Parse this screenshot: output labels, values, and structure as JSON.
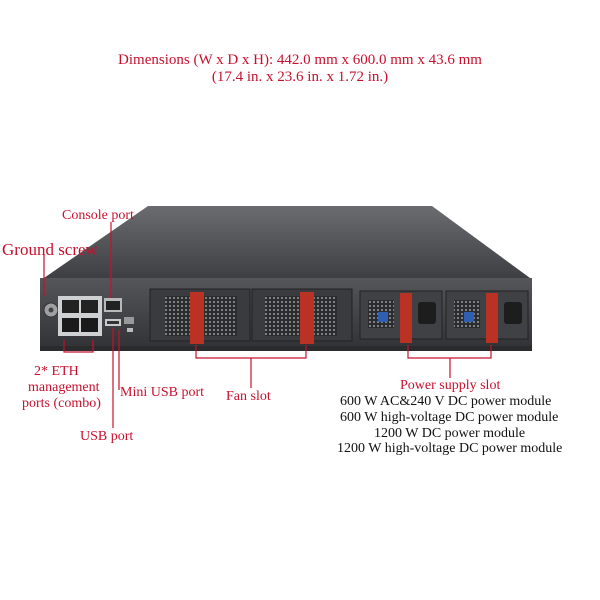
{
  "dimensions": {
    "metric": "Dimensions (W x D x H): 442.0 mm x 600.0 mm x 43.6 mm",
    "imperial": "(17.4 in. x 23.6 in. x 1.72 in.)"
  },
  "callouts": {
    "console_port": "Console port",
    "ground_screw": "Ground screw",
    "eth_line1": "2* ETH",
    "eth_line2": "management",
    "eth_line3": "ports (combo)",
    "mini_usb": "Mini USB port",
    "usb_port": "USB port",
    "fan_slot": "Fan slot",
    "power_slot": "Power supply slot"
  },
  "power_modules": [
    "600 W AC&240 V DC power module",
    "600 W high-voltage DC power module",
    "1200 W DC power module",
    "1200 W high-voltage DC power module"
  ],
  "colors": {
    "callout": "#c8102e",
    "chassis": "#4a4b4e",
    "handle": "#c0392b"
  }
}
